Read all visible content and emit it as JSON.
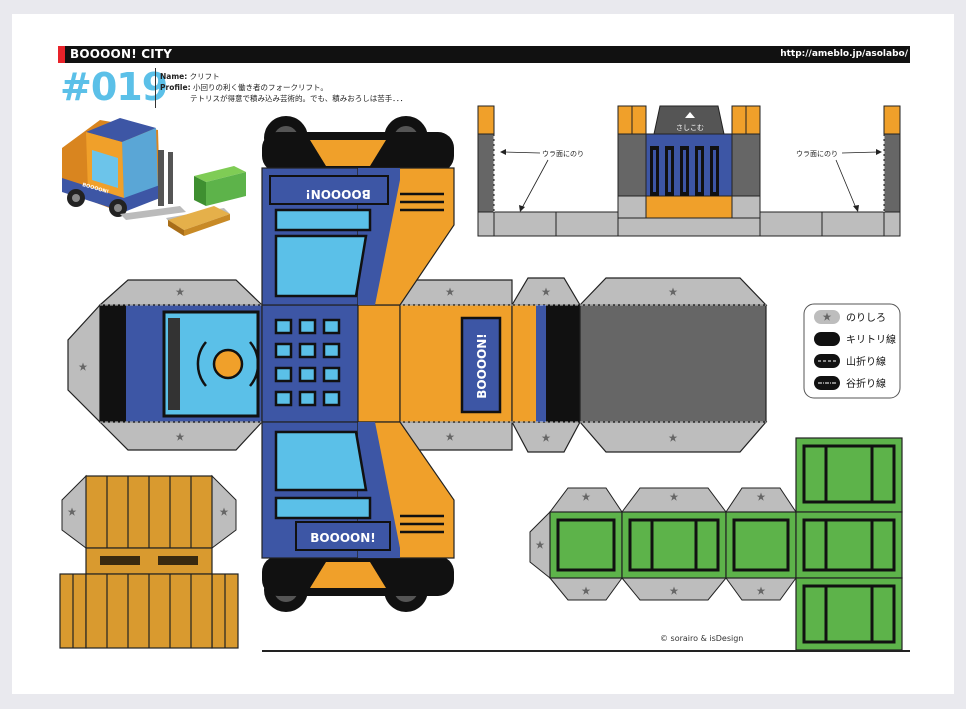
{
  "header": {
    "brand": "BOOOON! CITY",
    "url": "http://ameblo.jp/asolabo/"
  },
  "model": {
    "number": "#019",
    "name_label": "Name:",
    "name": "クリフト",
    "profile_label": "Profile:",
    "profile_line1": "小回りの利く働き者のフォークリフト。",
    "profile_line2": "テトリスが得意で積み込み芸術的。でも、積みおろしは苦手．．．"
  },
  "parts": {
    "panel_logo": "BOOOON!",
    "slot_label": "さしこむ",
    "glue_note_left": "ウラ面にのり",
    "glue_note_right": "ウラ面にのり"
  },
  "legend": {
    "glue": "のりしろ",
    "cut": "キリトリ線",
    "mountain": "山折り線",
    "valley": "谷折り線"
  },
  "footer": {
    "copyright": "© sorairo & isDesign"
  },
  "colors": {
    "orange": "#f0a02a",
    "blue": "#3d56a5",
    "light_blue": "#5bc0e8",
    "gray": "#bdbdbd",
    "dark_gray": "#666666",
    "green": "#5db34a",
    "pallet": "#d99a2f",
    "accent_red": "#e8232a"
  }
}
